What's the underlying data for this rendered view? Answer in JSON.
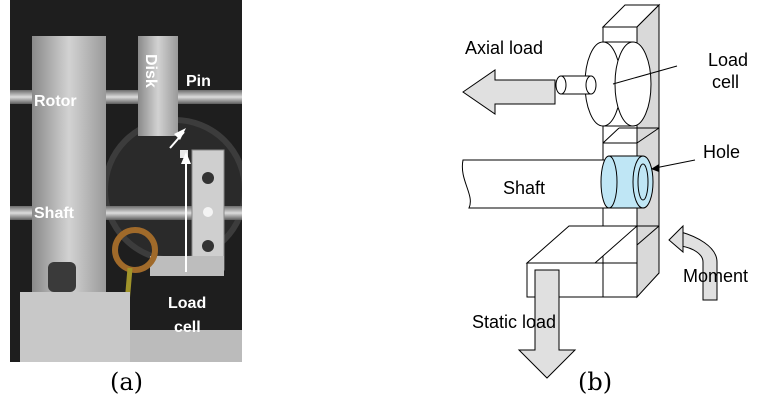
{
  "photo": {
    "labels": {
      "rotor": "Rotor",
      "disk": "Disk",
      "pin": "Pin",
      "shaft": "Shaft",
      "load": "Load",
      "cell": "cell"
    }
  },
  "diagram": {
    "labels": {
      "axial_load": "Axial load",
      "load": "Load",
      "cell": "cell",
      "hole": "Hole",
      "shaft": "Shaft",
      "moment": "Moment",
      "static_load": "Static load"
    },
    "colors": {
      "block_front": "#ffffff",
      "block_side": "#d9d9d9",
      "hole_fill": "#bfe6f5",
      "arrow_fill": "#e0e0e0"
    }
  },
  "captions": {
    "a": "(a)",
    "b": "(b)"
  }
}
